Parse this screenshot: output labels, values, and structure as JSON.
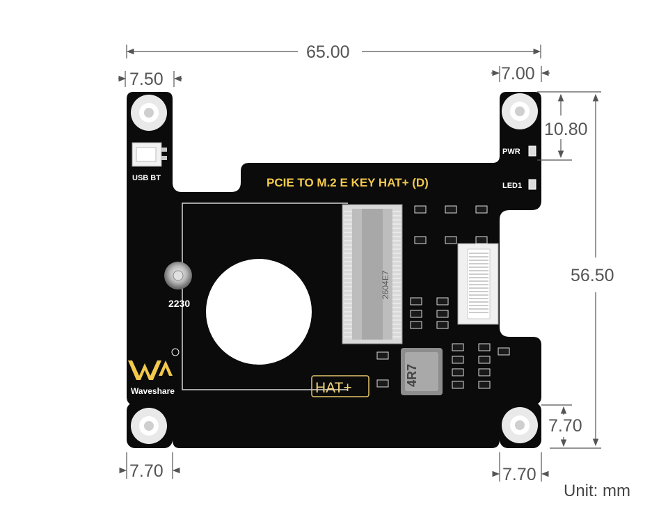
{
  "board": {
    "title": "PCIE TO M.2 E KEY HAT+ (D)",
    "labels": {
      "usb_bt": "USB BT",
      "pwr": "PWR",
      "led1": "LED1",
      "m2_size": "2230",
      "hat_plus": "HAT+",
      "brand": "Waveshare",
      "inductor": "4R7",
      "slot_marking": "2604E7"
    },
    "colors": {
      "pcb": "#0b0b0b",
      "silkscreen": "#ffffff",
      "title_gold": "#f2c94c",
      "dimension": "#555555"
    }
  },
  "dimensions": {
    "total_width": "65.00",
    "left_hole_offset": "7.50",
    "right_hole_offset": "7.00",
    "top_hole_offset": "10.80",
    "hole_spacing_vertical": "56.50",
    "bottom_right_vertical": "7.70",
    "bottom_left_horizontal": "7.70",
    "bottom_right_horizontal": "7.70"
  },
  "unit_label": "Unit: mm"
}
